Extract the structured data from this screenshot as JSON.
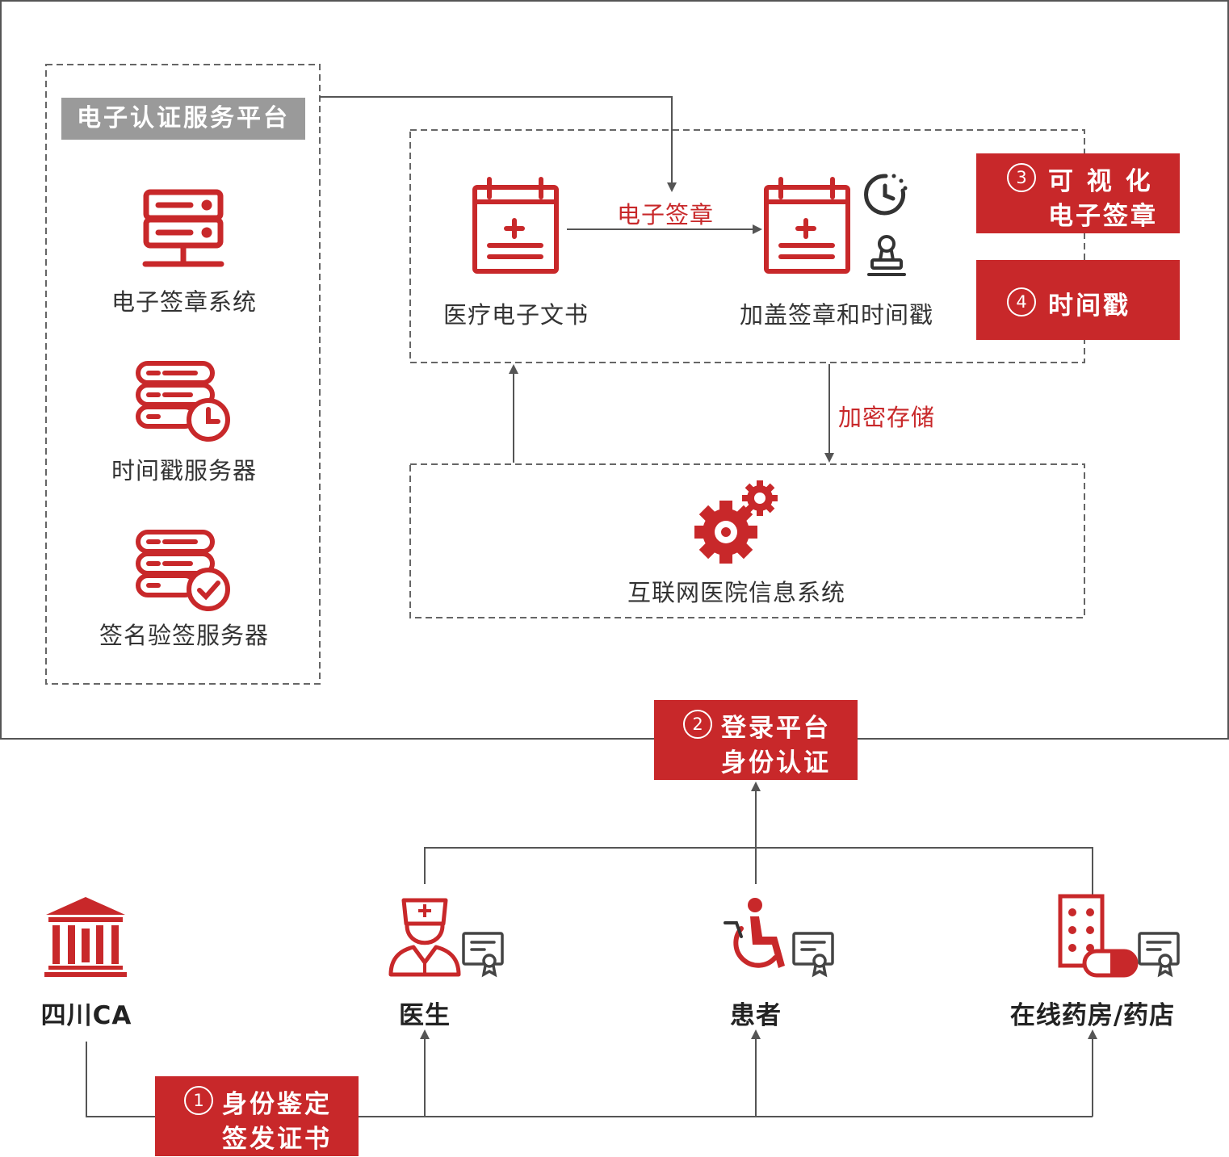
{
  "platform": {
    "title": "电子认证服务平台",
    "services": [
      {
        "label": "电子签章系统",
        "icon": "server-icon"
      },
      {
        "label": "时间戳服务器",
        "icon": "timestamp-server-icon"
      },
      {
        "label": "签名验签服务器",
        "icon": "verify-server-icon"
      }
    ]
  },
  "flow": {
    "doc_label": "医疗电子文书",
    "signed_label": "加盖签章和时间戳",
    "sign_arrow_label": "电子签章",
    "store_arrow_label": "加密存储",
    "his_label": "互联网医院信息系统"
  },
  "steps": {
    "step3": {
      "num": "3",
      "line1": "可 视 化",
      "line2": "电子签章"
    },
    "step4": {
      "num": "4",
      "line1": "时间戳"
    },
    "step2": {
      "num": "2",
      "line1": "登录平台",
      "line2": "身份认证"
    },
    "step1": {
      "num": "1",
      "line1": "身份鉴定",
      "line2": "签发证书"
    }
  },
  "actors": [
    {
      "label": "四川CA",
      "icon": "bank-building-icon"
    },
    {
      "label": "医生",
      "icon": "doctor-icon"
    },
    {
      "label": "患者",
      "icon": "wheelchair-patient-icon"
    },
    {
      "label": "在线药房/药店",
      "icon": "pharmacy-icon"
    }
  ],
  "colors": {
    "accent": "#c8282a",
    "gray_title": "#9a9a9a",
    "line": "#555555",
    "dashed": "#666666"
  }
}
